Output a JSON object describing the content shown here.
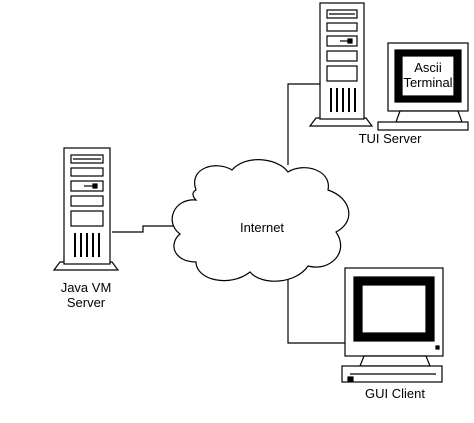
{
  "nodes": {
    "internet": {
      "label": "Internet"
    },
    "tui_server": {
      "label": "TUI Server"
    },
    "ascii_terminal": {
      "label_line1": "Ascii",
      "label_line2": "Terminal"
    },
    "java_vm_server": {
      "label_line1": "Java VM",
      "label_line2": "Server"
    },
    "gui_client": {
      "label": "GUI Client"
    }
  },
  "connections": [
    {
      "from": "java_vm_server",
      "to": "internet"
    },
    {
      "from": "tui_server",
      "to": "internet"
    },
    {
      "from": "gui_client",
      "to": "internet"
    }
  ]
}
